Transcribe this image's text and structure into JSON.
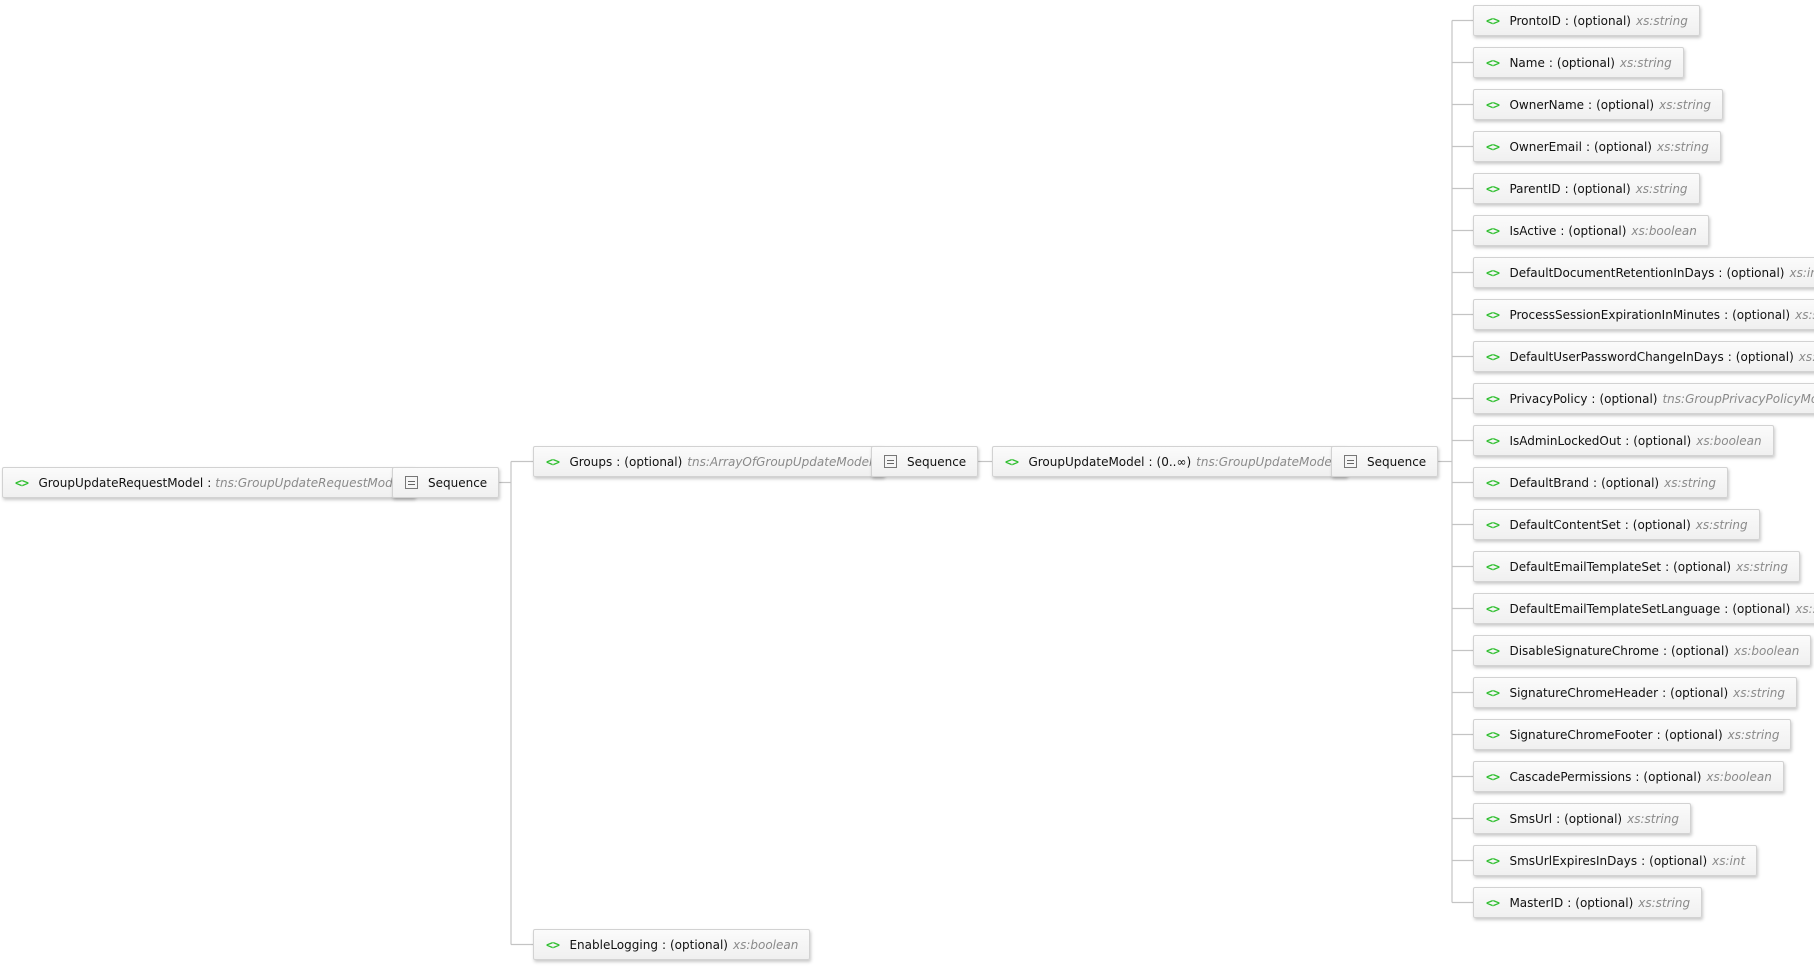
{
  "labels": {
    "separator": ":",
    "sequence": "Sequence",
    "element_icon": "<>"
  },
  "icons": {
    "element": "element-icon",
    "sequence": "sequence-icon"
  },
  "colors": {
    "element_icon": "#2fbf2f",
    "type_text": "#8a8a8a",
    "connector": "#c4c4c4"
  },
  "root": {
    "name": "GroupUpdateRequestModel",
    "type": "tns:GroupUpdateRequestModel"
  },
  "root_children": [
    {
      "name": "Groups",
      "occurs": "(optional)",
      "type": "tns:ArrayOfGroupUpdateModel"
    },
    {
      "name": "EnableLogging",
      "occurs": "(optional)",
      "type": "xs:boolean"
    }
  ],
  "group_model": {
    "name": "GroupUpdateModel",
    "occurs": "(0..∞)",
    "type": "tns:GroupUpdateModel"
  },
  "fields": [
    {
      "name": "ProntoID",
      "occurs": "(optional)",
      "type": "xs:string"
    },
    {
      "name": "Name",
      "occurs": "(optional)",
      "type": "xs:string"
    },
    {
      "name": "OwnerName",
      "occurs": "(optional)",
      "type": "xs:string"
    },
    {
      "name": "OwnerEmail",
      "occurs": "(optional)",
      "type": "xs:string"
    },
    {
      "name": "ParentID",
      "occurs": "(optional)",
      "type": "xs:string"
    },
    {
      "name": "IsActive",
      "occurs": "(optional)",
      "type": "xs:boolean"
    },
    {
      "name": "DefaultDocumentRetentionInDays",
      "occurs": "(optional)",
      "type": "xs:int"
    },
    {
      "name": "ProcessSessionExpirationInMinutes",
      "occurs": "(optional)",
      "type": "xs:short"
    },
    {
      "name": "DefaultUserPasswordChangeInDays",
      "occurs": "(optional)",
      "type": "xs:short"
    },
    {
      "name": "PrivacyPolicy",
      "occurs": "(optional)",
      "type": "tns:GroupPrivacyPolicyModel"
    },
    {
      "name": "IsAdminLockedOut",
      "occurs": "(optional)",
      "type": "xs:boolean"
    },
    {
      "name": "DefaultBrand",
      "occurs": "(optional)",
      "type": "xs:string"
    },
    {
      "name": "DefaultContentSet",
      "occurs": "(optional)",
      "type": "xs:string"
    },
    {
      "name": "DefaultEmailTemplateSet",
      "occurs": "(optional)",
      "type": "xs:string"
    },
    {
      "name": "DefaultEmailTemplateSetLanguage",
      "occurs": "(optional)",
      "type": "xs:string"
    },
    {
      "name": "DisableSignatureChrome",
      "occurs": "(optional)",
      "type": "xs:boolean"
    },
    {
      "name": "SignatureChromeHeader",
      "occurs": "(optional)",
      "type": "xs:string"
    },
    {
      "name": "SignatureChromeFooter",
      "occurs": "(optional)",
      "type": "xs:string"
    },
    {
      "name": "CascadePermissions",
      "occurs": "(optional)",
      "type": "xs:boolean"
    },
    {
      "name": "SmsUrl",
      "occurs": "(optional)",
      "type": "xs:string"
    },
    {
      "name": "SmsUrlExpiresInDays",
      "occurs": "(optional)",
      "type": "xs:int"
    },
    {
      "name": "MasterID",
      "occurs": "(optional)",
      "type": "xs:string"
    }
  ]
}
